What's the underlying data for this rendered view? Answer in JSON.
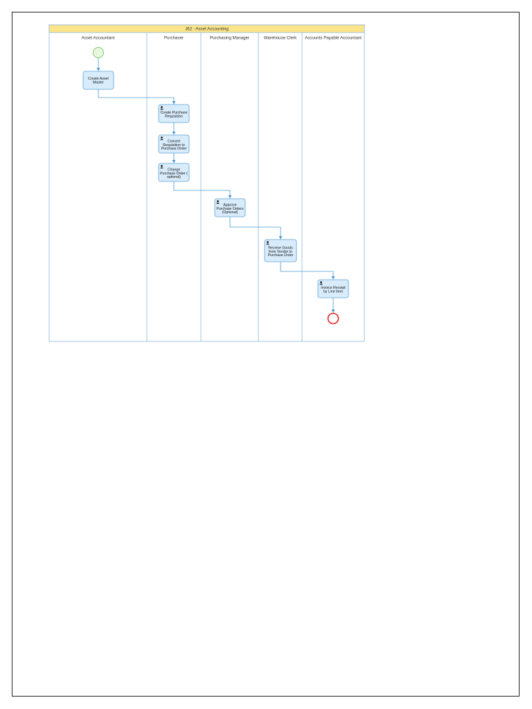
{
  "pool": {
    "title": "J62 - Asset Accounting",
    "header_color": "#fbe58a"
  },
  "lanes": [
    {
      "id": "asset-accountant",
      "label": "Asset Accountant"
    },
    {
      "id": "purchaser",
      "label": "Purchaser"
    },
    {
      "id": "purchasing-manager",
      "label": "Purchasing Manager"
    },
    {
      "id": "warehouse-clerk",
      "label": "Warehouse Clerk"
    },
    {
      "id": "accounts-payable-accountant",
      "label": "Accounts Payable Accountant"
    }
  ],
  "tasks": [
    {
      "id": "create-asset-master",
      "lines": [
        "Create Asset",
        "Master"
      ],
      "user_task": false
    },
    {
      "id": "create-purchase-requisition",
      "lines": [
        "Create Purchase",
        "Requisition"
      ],
      "user_task": true
    },
    {
      "id": "convert-requisition",
      "lines": [
        "Convert",
        "Requisition to",
        "Purchase Order"
      ],
      "user_task": true
    },
    {
      "id": "change-purchase-order",
      "lines": [
        "Change",
        "Purchase Order (",
        "optional)"
      ],
      "user_task": true
    },
    {
      "id": "approve-purchase-orders",
      "lines": [
        "Approve",
        "Purchase Orders",
        "(Optional)"
      ],
      "user_task": true
    },
    {
      "id": "receive-goods",
      "lines": [
        "Receive Goods",
        "from Vendor to",
        "Purchase Order"
      ],
      "user_task": true
    },
    {
      "id": "invoice-receipt",
      "lines": [
        "Invoice Receipt",
        "by Line Item"
      ],
      "user_task": true
    }
  ],
  "events": {
    "start_color": "#7bc96f",
    "end_color": "#e02020"
  },
  "colors": {
    "task_fill": "#d9ecfb",
    "task_stroke": "#5aa0d4",
    "flow": "#4a9ad4",
    "lane_border": "#8fb4d8"
  }
}
